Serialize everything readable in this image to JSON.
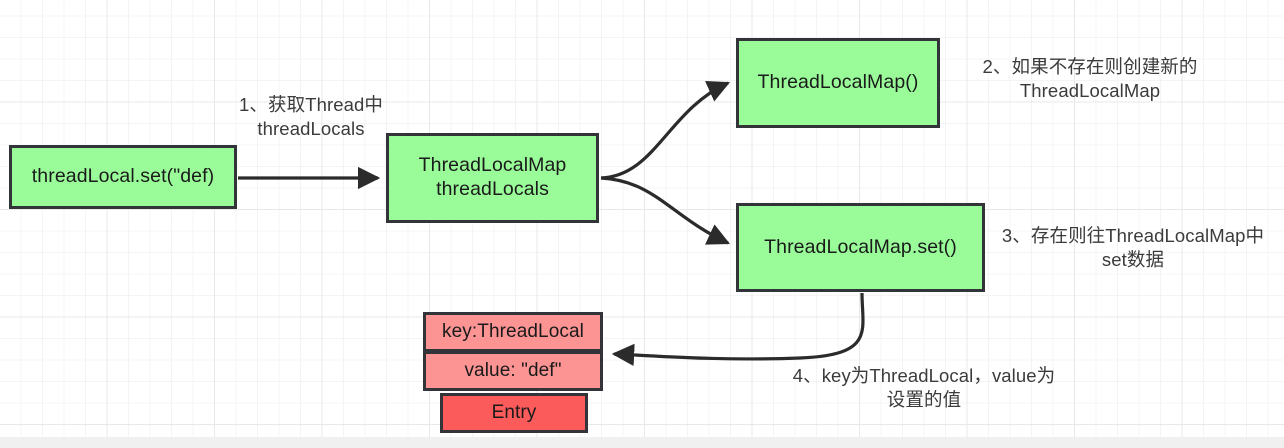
{
  "diagram": {
    "title": "ThreadLocal set flow",
    "colors": {
      "node_green": "#99fc99",
      "node_pink": "#fc9494",
      "node_red": "#fc5b5b",
      "stroke": "#33333a",
      "arrow": "#2b2b2b",
      "canvas": "#ffffff",
      "grid_minor": "#f4f4f4",
      "grid_major": "#e8e8e8",
      "footer": "#f0f0f0"
    },
    "nodes": [
      {
        "id": "threadlocal-set",
        "label": "threadLocal.set(\"def)",
        "fill": "green"
      },
      {
        "id": "threadlocals",
        "label": "ThreadLocalMap\nthreadLocals",
        "fill": "green"
      },
      {
        "id": "tlm-ctor",
        "label": "ThreadLocalMap()",
        "fill": "green"
      },
      {
        "id": "tlm-set",
        "label": "ThreadLocalMap.set()",
        "fill": "green"
      },
      {
        "id": "entry-key",
        "label": "key:ThreadLocal",
        "fill": "pink"
      },
      {
        "id": "entry-value",
        "label": "value: \"def\"",
        "fill": "pink"
      },
      {
        "id": "entry-label",
        "label": "Entry",
        "fill": "red"
      }
    ],
    "annotations": [
      {
        "id": "annot-1",
        "text": "1、获取Thread中\nthreadLocals"
      },
      {
        "id": "annot-2",
        "text": "2、如果不存在则创建新的\nThreadLocalMap"
      },
      {
        "id": "annot-3",
        "text": "3、存在则往ThreadLocalMap中\nset数据"
      },
      {
        "id": "annot-4",
        "text": "4、key为ThreadLocal，value为\n设置的值"
      }
    ],
    "edges": [
      {
        "id": "edge-set-to-threadlocals",
        "from": "threadlocal-set",
        "to": "threadlocals",
        "style": "straight",
        "label": "1、获取Thread中 threadLocals"
      },
      {
        "id": "edge-threadlocals-to-ctor",
        "from": "threadlocals",
        "to": "tlm-ctor",
        "style": "curve",
        "label": "2、如果不存在则创建新的 ThreadLocalMap"
      },
      {
        "id": "edge-threadlocals-to-tlmset",
        "from": "threadlocals",
        "to": "tlm-set",
        "style": "curve",
        "label": "3、存在则往ThreadLocalMap中 set数据"
      },
      {
        "id": "edge-tlmset-to-entry",
        "from": "tlm-set",
        "to": "entry-value",
        "style": "curve",
        "label": "4、key为ThreadLocal，value为 设置的值"
      }
    ]
  }
}
